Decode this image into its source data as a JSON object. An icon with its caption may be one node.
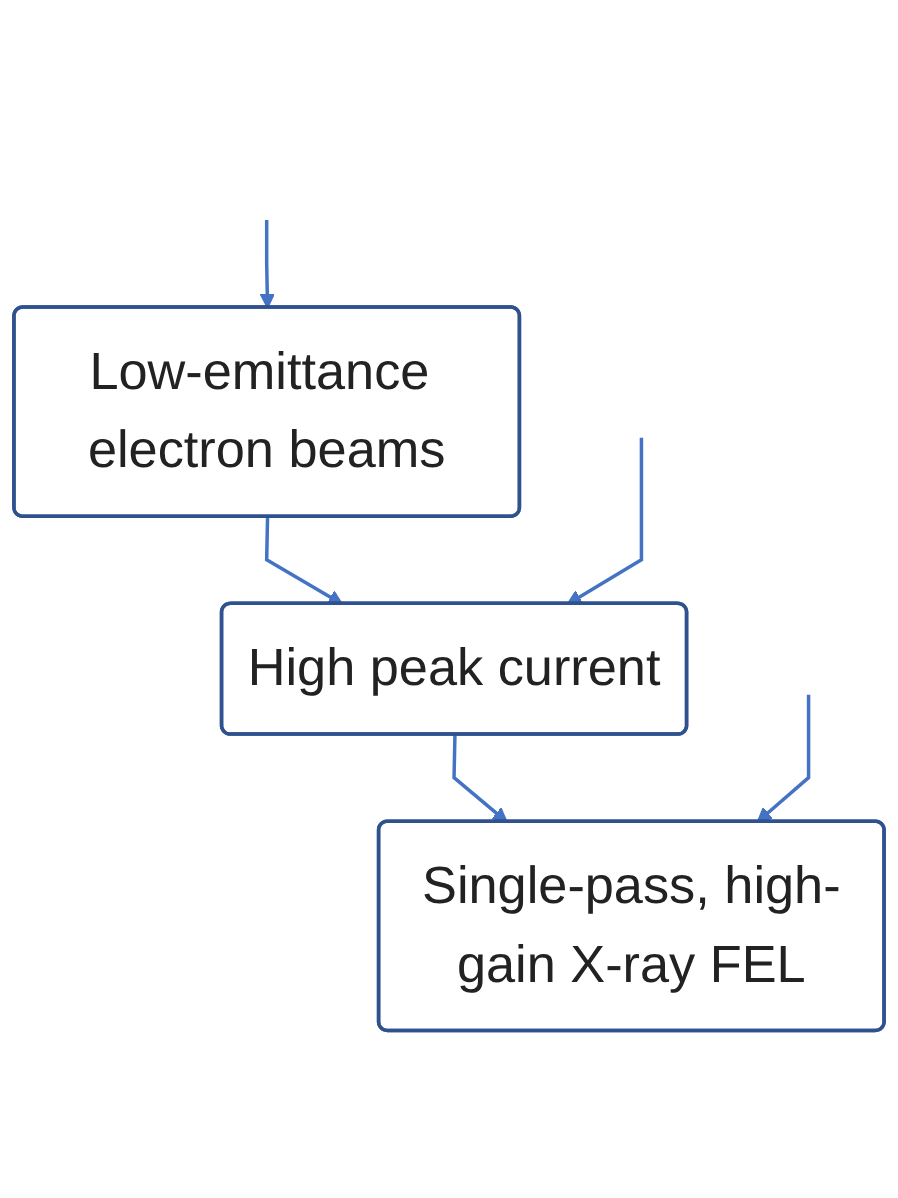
{
  "diagram": {
    "nodes": [
      {
        "text": [
          "Low-emittance electron beams"
        ]
      },
      {
        "text": [
          "High peak current"
        ]
      },
      {
        "text": [
          "Single-pass, high-gain X-ray FEL"
        ]
      }
    ],
    "edges": [
      {
        "from": null,
        "to": 0,
        "arrow": "to"
      },
      {
        "from": 0,
        "to": 1,
        "arrow": "to"
      },
      {
        "from": null,
        "to": 1,
        "arrow": "to"
      },
      {
        "from": 1,
        "to": 2,
        "arrow": "to"
      },
      {
        "from": null,
        "to": 2,
        "arrow": "to"
      }
    ]
  }
}
